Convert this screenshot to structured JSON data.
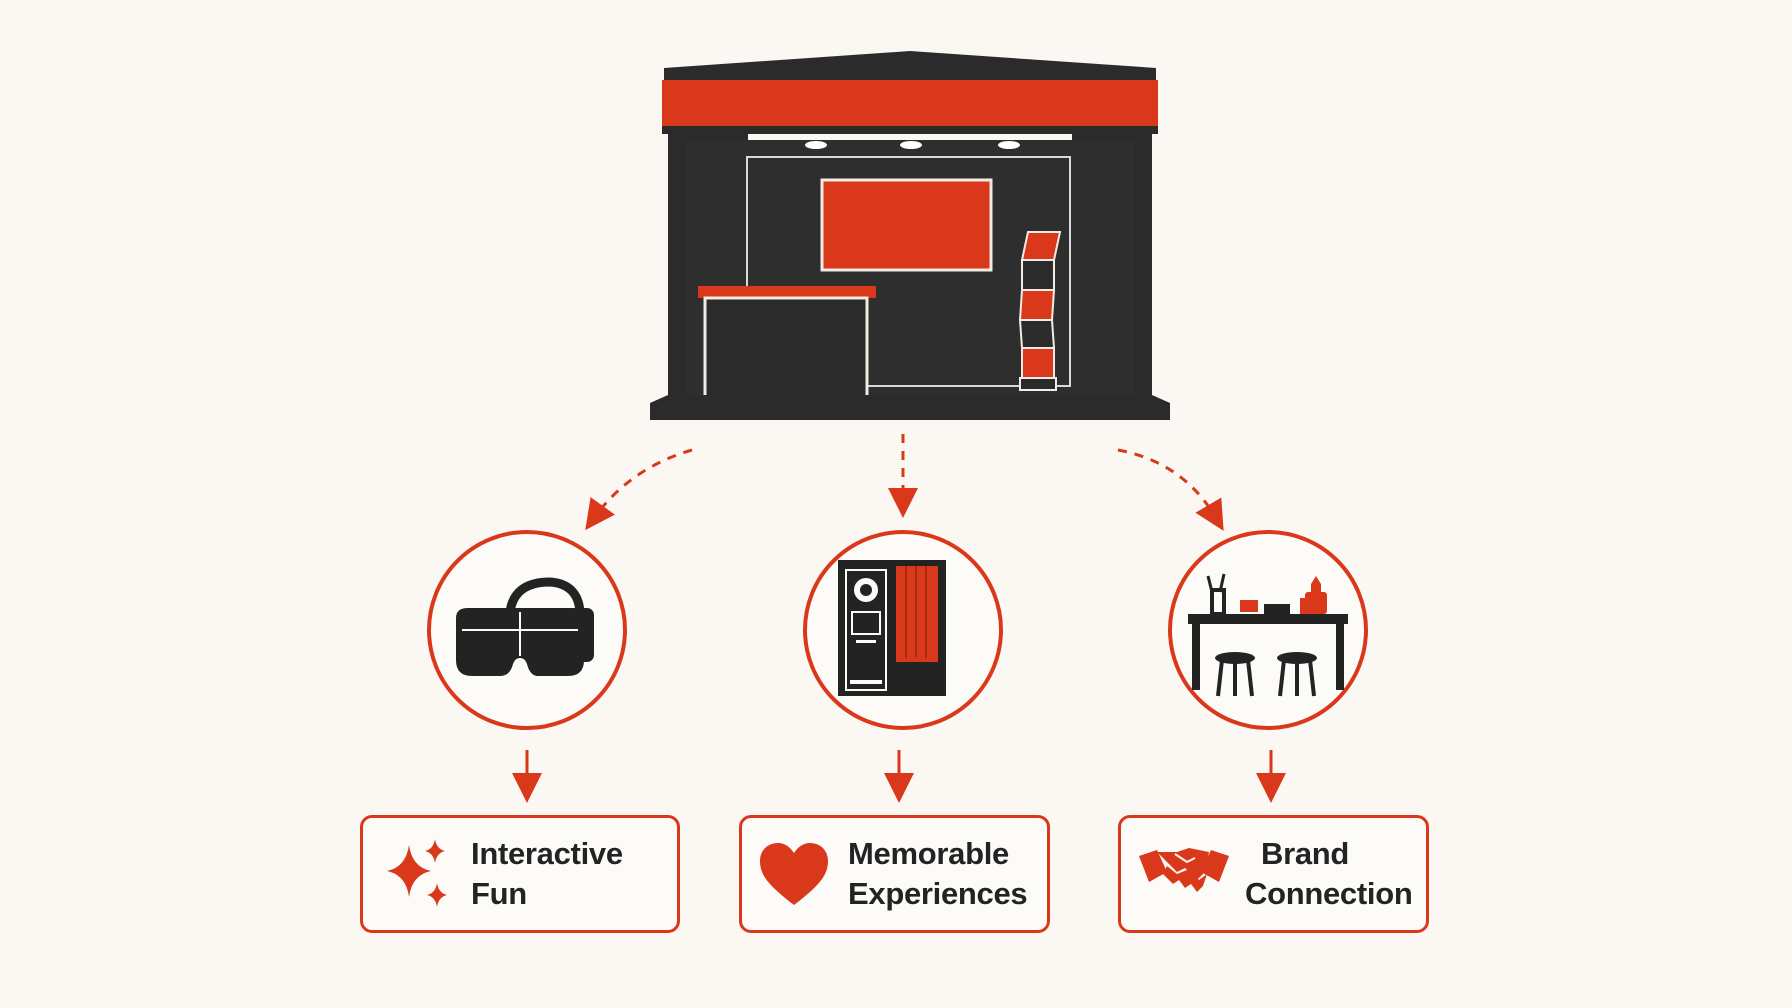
{
  "colors": {
    "accent": "#d9391a",
    "dark": "#2b2b2b",
    "background": "#fbf8f3",
    "text": "#232323"
  },
  "booth": {
    "icon": "exhibition-booth-icon"
  },
  "activities": [
    {
      "icon": "vr-headset-icon"
    },
    {
      "icon": "photo-booth-icon"
    },
    {
      "icon": "workshop-table-icon"
    }
  ],
  "benefits": [
    {
      "icon": "sparkle-icon",
      "lines": [
        "Interactive Fun"
      ]
    },
    {
      "icon": "heart-icon",
      "lines": [
        "Memorable",
        "Experiences"
      ]
    },
    {
      "icon": "handshake-icon",
      "lines": [
        "Brand",
        "Connection"
      ]
    }
  ]
}
